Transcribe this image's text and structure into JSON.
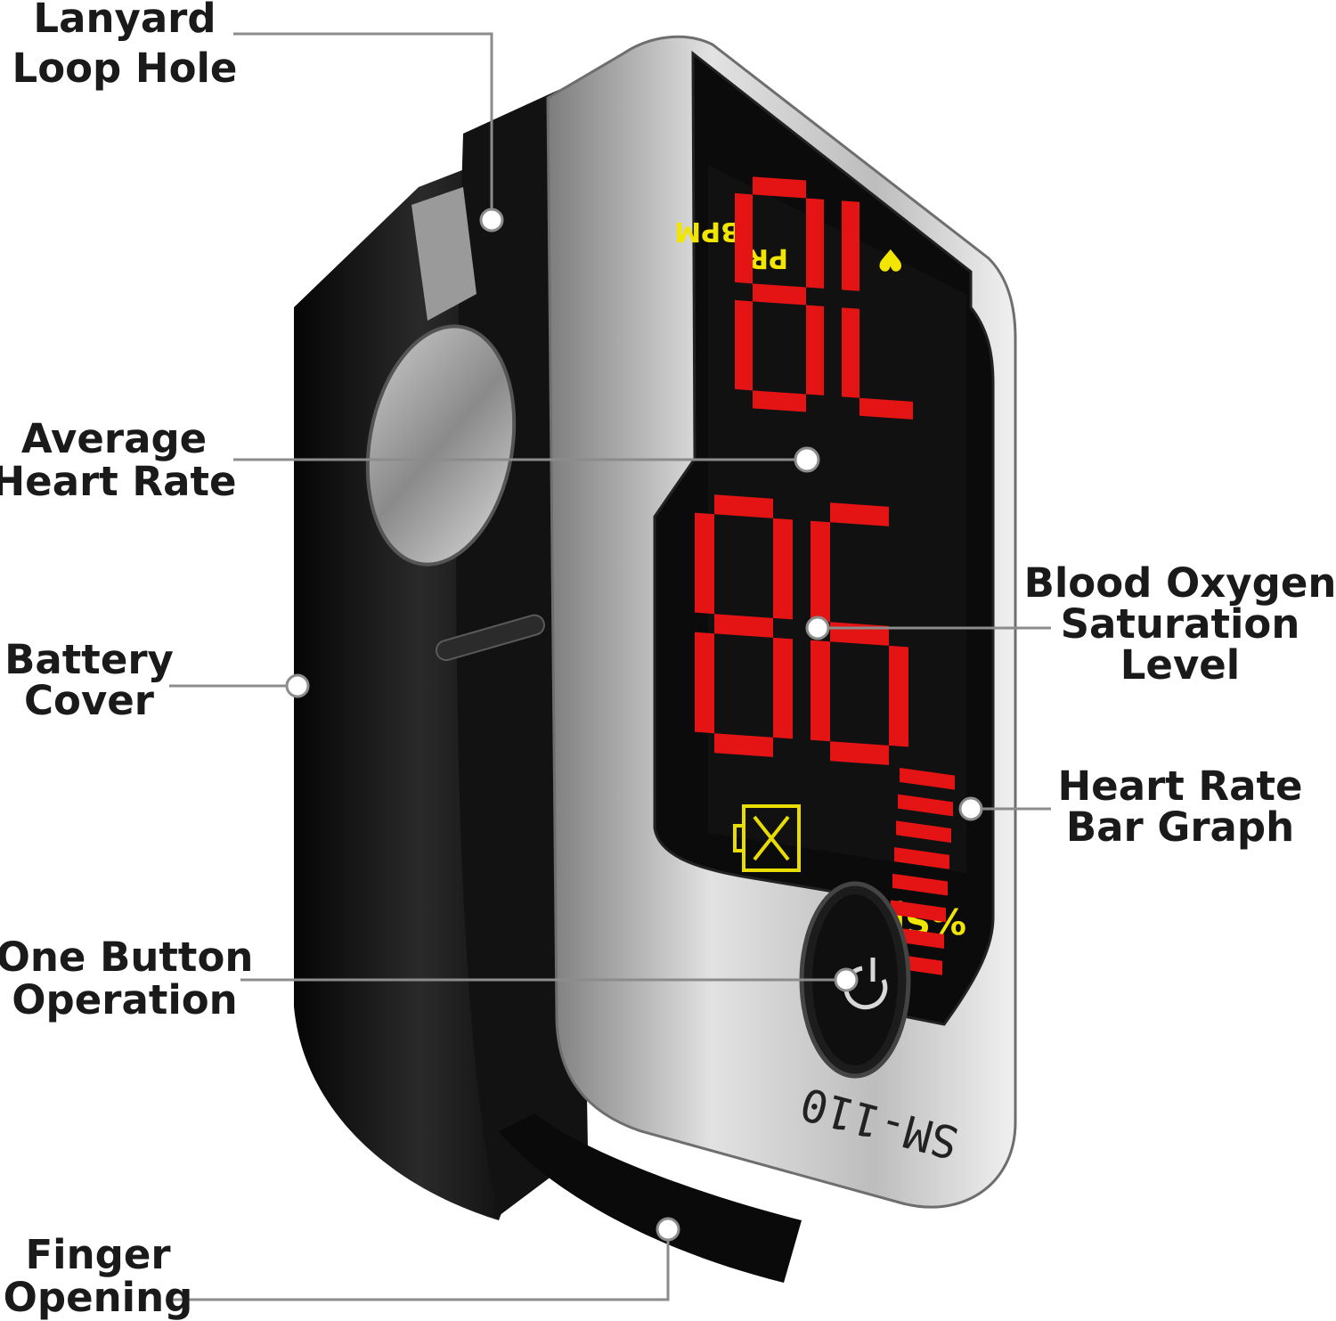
{
  "labels": {
    "lanyard": [
      "Lanyard",
      "Loop Hole"
    ],
    "average_hr": [
      "Average",
      "Heart Rate"
    ],
    "battery": [
      "Battery",
      "Cover"
    ],
    "one_button": [
      "One Button",
      "Operation"
    ],
    "finger": [
      "Finger",
      "Opening"
    ],
    "blood_oxygen": [
      "Blood Oxygen",
      "Saturation",
      "Level"
    ],
    "hr_bar": [
      "Heart Rate",
      "Bar Graph"
    ]
  },
  "display": {
    "pr_label": "PR",
    "bpm_label": "BPM",
    "spo2_label": "%SpO2",
    "pulse_value": "78",
    "spo2_value": "98",
    "bar_graph_level_fraction": 1.0
  },
  "device": {
    "model": "SM-110"
  },
  "colors": {
    "digit_red": "#e51414",
    "label_yellow": "#f2e600",
    "body_black": "#151515",
    "bezel_silver": "#c7c7c7"
  }
}
